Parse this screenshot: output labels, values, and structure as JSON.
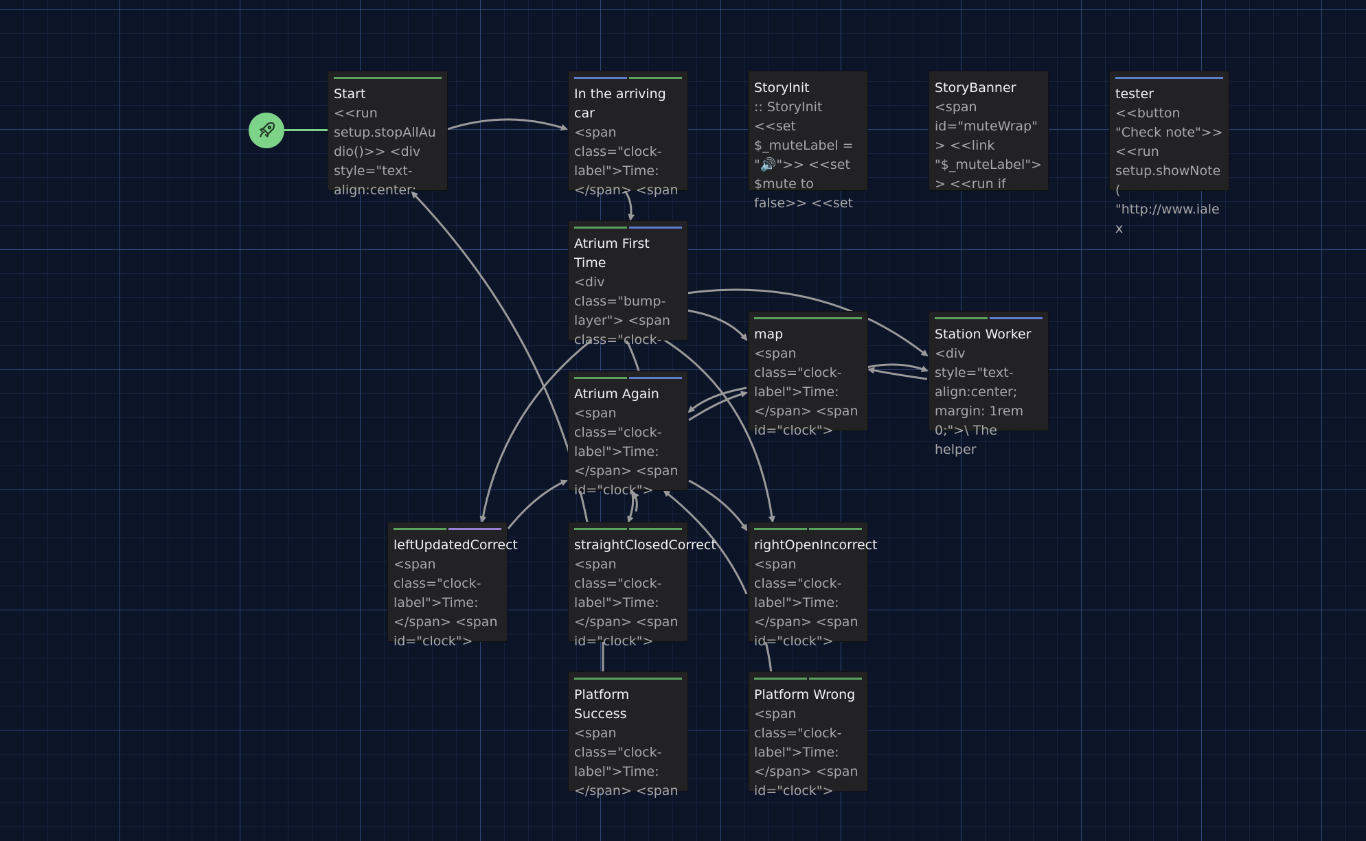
{
  "colors": {
    "tag_green": "#5aa35f",
    "tag_blue": "#5c7fce",
    "tag_purple": "#9a7fd6",
    "start_marker": "#7dd388",
    "link": "#9a9a9a"
  },
  "start_marker": {
    "icon": "rocket-icon"
  },
  "passages": [
    {
      "id": "start",
      "title": "Start",
      "excerpt": "<<run setup.stopAllAudio()>> <div style=\"text-align:center;",
      "tags": [
        "green"
      ]
    },
    {
      "id": "arriving_car",
      "title": "In the arriving car",
      "excerpt": "<span class=\"clock-label\">Time: </span> <span",
      "tags": [
        "blue",
        "green"
      ]
    },
    {
      "id": "storyinit",
      "title": "StoryInit",
      "excerpt": ":: StoryInit <<set $_muteLabel = \"🔊\">> <<set $mute to false>> <<set",
      "tags": []
    },
    {
      "id": "storybanner",
      "title": "StoryBanner",
      "excerpt": "<span id=\"muteWrap\"> <<link \"$_muteLabel\">> <<run if",
      "tags": []
    },
    {
      "id": "tester",
      "title": "tester",
      "excerpt": "<<button \"Check note\">> <<run setup.showNote( \"http://www.ialex",
      "tags": [
        "blue"
      ]
    },
    {
      "id": "atrium_first",
      "title": "Atrium First Time",
      "excerpt": "<div class=\"bump-layer\"> <span class=\"clock-",
      "tags": [
        "green",
        "blue"
      ]
    },
    {
      "id": "map",
      "title": "map",
      "excerpt": "<span class=\"clock-label\">Time: </span> <span id=\"clock\">",
      "tags": [
        "green"
      ]
    },
    {
      "id": "station_worker",
      "title": "Station Worker",
      "excerpt": "<div style=\"text-align:center; margin: 1rem 0;\">\\ The helper",
      "tags": [
        "green",
        "blue"
      ]
    },
    {
      "id": "atrium_again",
      "title": "Atrium Again",
      "excerpt": "<span class=\"clock-label\">Time: </span> <span id=\"clock\">",
      "tags": [
        "green",
        "blue"
      ]
    },
    {
      "id": "left_updated",
      "title": "leftUpdatedCorrect",
      "excerpt": "<span class=\"clock-label\">Time: </span> <span id=\"clock\">",
      "tags": [
        "green",
        "purple"
      ]
    },
    {
      "id": "straight_closed",
      "title": "straightClosedCorrect",
      "excerpt": "<span class=\"clock-label\">Time: </span> <span id=\"clock\">",
      "tags": [
        "green",
        "green"
      ]
    },
    {
      "id": "right_open",
      "title": "rightOpenIncorrect",
      "excerpt": "<span class=\"clock-label\">Time: </span> <span id=\"clock\">",
      "tags": [
        "green",
        "green"
      ]
    },
    {
      "id": "platform_success",
      "title": "Platform Success",
      "excerpt": "<span class=\"clock-label\">Time: </span> <span",
      "tags": [
        "green"
      ]
    },
    {
      "id": "platform_wrong",
      "title": "Platform Wrong",
      "excerpt": "<span class=\"clock-label\">Time: </span> <span id=\"clock\">",
      "tags": [
        "green",
        "green"
      ]
    }
  ]
}
